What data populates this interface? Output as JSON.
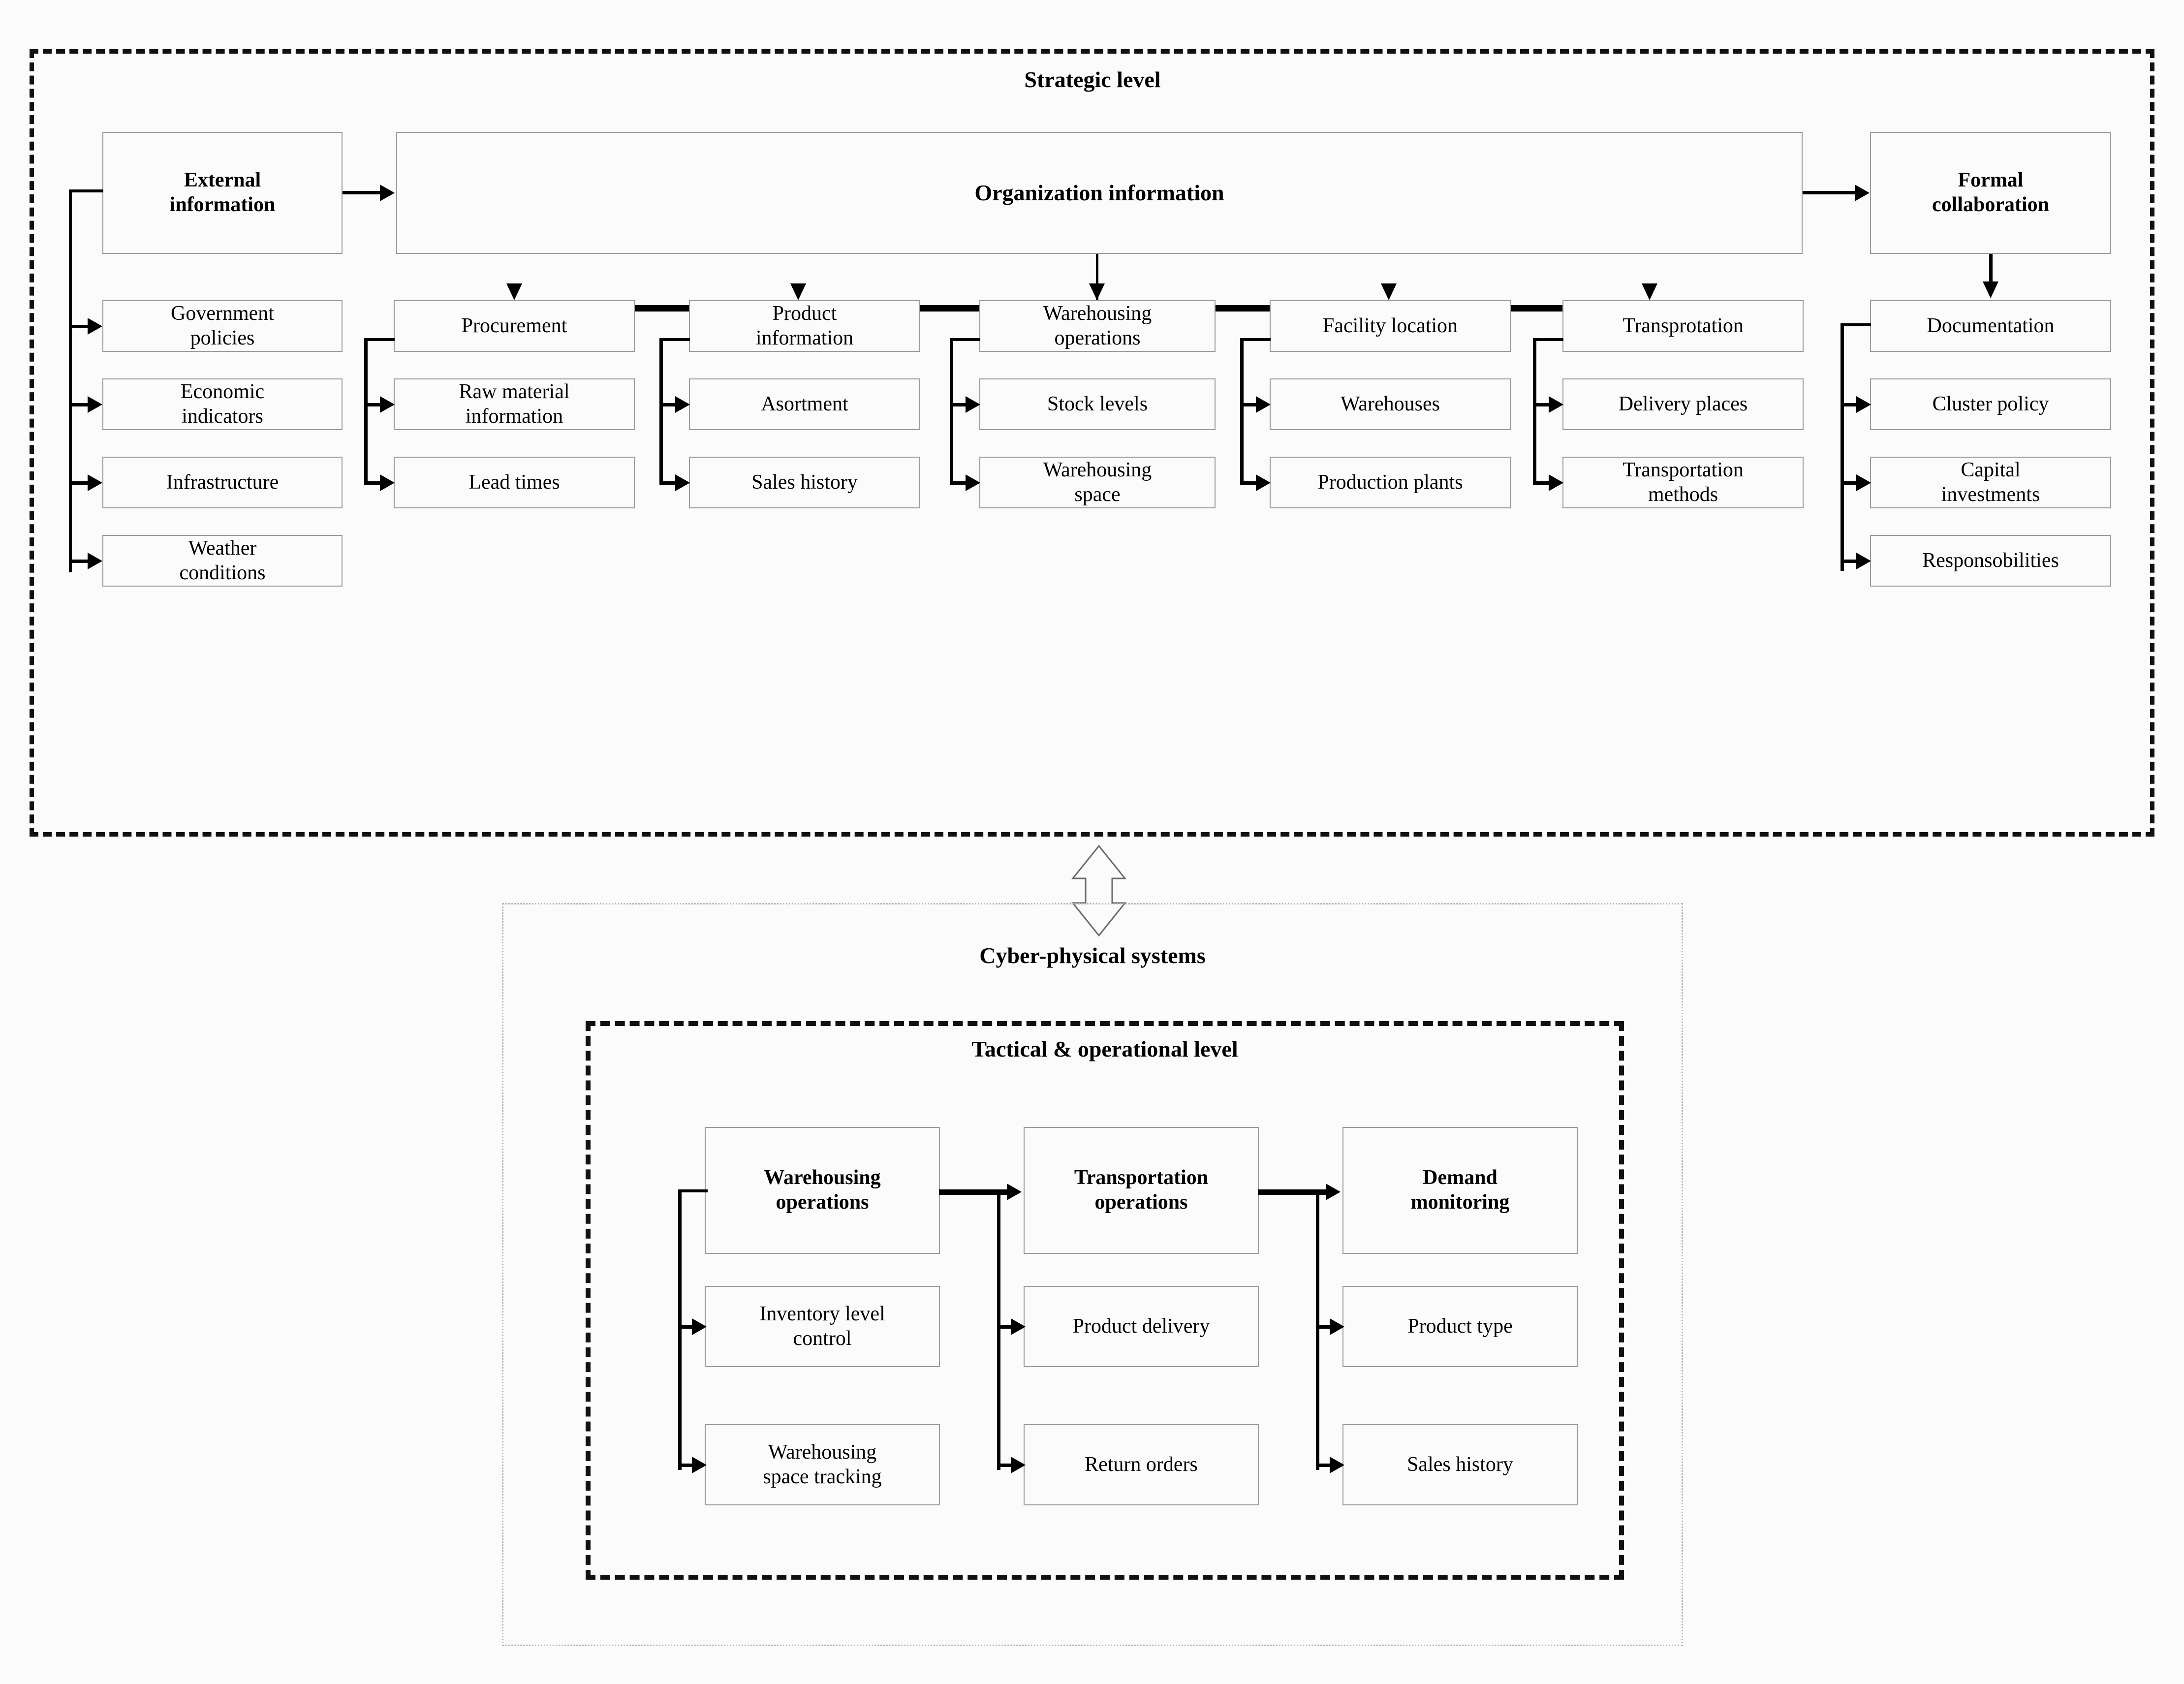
{
  "zones": {
    "strategic": {
      "title": "Strategic level"
    },
    "cyber_physical": {
      "title": "Cyber-physical systems"
    },
    "tactical": {
      "title": "Tactical & operational level"
    }
  },
  "strategic": {
    "external_information": {
      "header": "External\ninformation",
      "items": [
        "Government\npolicies",
        "Economic\nindicators",
        "Infrastructure",
        "Weather\nconditions"
      ]
    },
    "organization_information": {
      "header": "Organization information",
      "columns": [
        {
          "header": "Procurement",
          "items": [
            "Raw material\ninformation",
            "Lead times"
          ]
        },
        {
          "header": "Product\ninformation",
          "items": [
            "Asortment",
            "Sales history"
          ]
        },
        {
          "header": "Warehousing\noperations",
          "items": [
            "Stock levels",
            "Warehousing\nspace"
          ]
        },
        {
          "header": "Facility location",
          "items": [
            "Warehouses",
            "Production plants"
          ]
        },
        {
          "header": "Transprotation",
          "items": [
            "Delivery places",
            "Transportation\nmethods"
          ]
        }
      ]
    },
    "formal_collaboration": {
      "header": "Formal\ncollaboration",
      "items": [
        "Documentation",
        "Cluster policy",
        "Capital\ninvestments",
        "Responsobilities"
      ]
    }
  },
  "tactical": {
    "columns": [
      {
        "header": "Warehousing\noperations",
        "items": [
          "Inventory level\ncontrol",
          "Warehousing\nspace tracking"
        ]
      },
      {
        "header": "Transportation\noperations",
        "items": [
          "Product delivery",
          "Return orders"
        ]
      },
      {
        "header": "Demand\nmonitoring",
        "items": [
          "Product type",
          "Sales history"
        ]
      }
    ]
  },
  "colors": {
    "line": "#000000",
    "box_border": "#9a9a9a",
    "background": "#fbfbfb",
    "cps_border": "#b5b5b5"
  }
}
